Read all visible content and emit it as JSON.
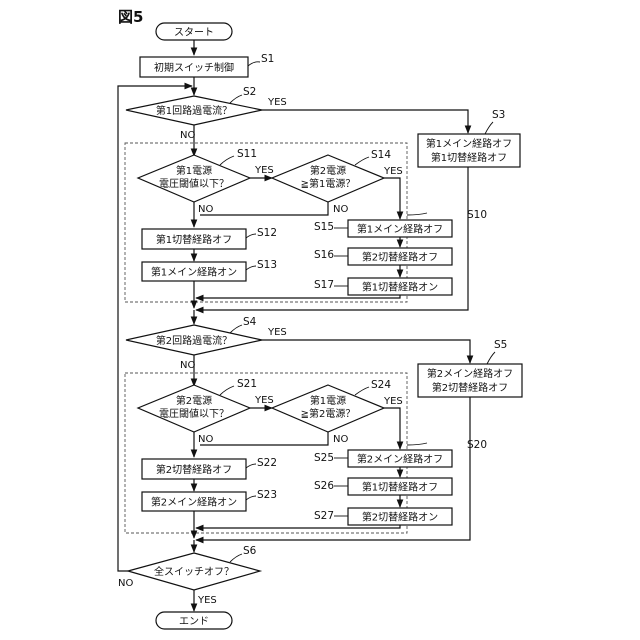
{
  "figure_label": "図5",
  "terminals": {
    "start": "スタート",
    "end": "エンド"
  },
  "branch": {
    "yes": "YES",
    "no": "NO"
  },
  "steps": {
    "s1": {
      "id": "S1",
      "text": "初期スイッチ制御"
    },
    "s2": {
      "id": "S2",
      "text": "第1回路過電流？"
    },
    "s3": {
      "id": "S3",
      "line1": "第1メイン経路オフ",
      "line2": "第1切替経路オフ"
    },
    "s10": {
      "id": "S10"
    },
    "s11": {
      "id": "S11",
      "line1": "第1電源",
      "line2": "電圧閾値以下？"
    },
    "s12": {
      "id": "S12",
      "text": "第1切替経路オフ"
    },
    "s13": {
      "id": "S13",
      "text": "第1メイン経路オン"
    },
    "s14": {
      "id": "S14",
      "line1": "第2電源",
      "line2": "≧第1電源？"
    },
    "s15": {
      "id": "S15",
      "text": "第1メイン経路オフ"
    },
    "s16": {
      "id": "S16",
      "text": "第2切替経路オフ"
    },
    "s17": {
      "id": "S17",
      "text": "第1切替経路オン"
    },
    "s4": {
      "id": "S4",
      "text": "第2回路過電流？"
    },
    "s5": {
      "id": "S5",
      "line1": "第2メイン経路オフ",
      "line2": "第2切替経路オフ"
    },
    "s20": {
      "id": "S20"
    },
    "s21": {
      "id": "S21",
      "line1": "第2電源",
      "line2": "電圧閾値以下？"
    },
    "s22": {
      "id": "S22",
      "text": "第2切替経路オフ"
    },
    "s23": {
      "id": "S23",
      "text": "第2メイン経路オン"
    },
    "s24": {
      "id": "S24",
      "line1": "第1電源",
      "line2": "≧第2電源？"
    },
    "s25": {
      "id": "S25",
      "text": "第2メイン経路オフ"
    },
    "s26": {
      "id": "S26",
      "text": "第1切替経路オフ"
    },
    "s27": {
      "id": "S27",
      "text": "第2切替経路オン"
    },
    "s6": {
      "id": "S6",
      "text": "全スイッチオフ？"
    }
  }
}
